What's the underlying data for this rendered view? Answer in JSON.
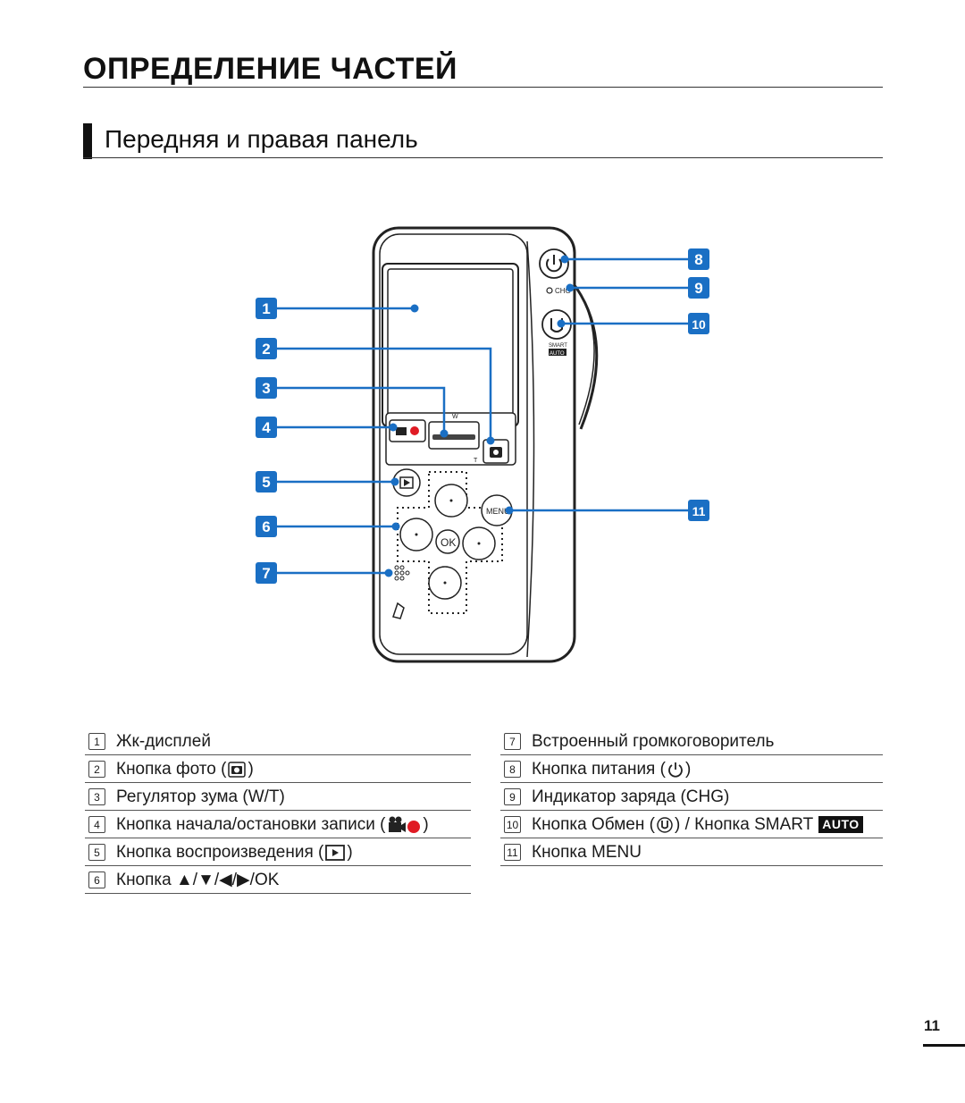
{
  "header": {
    "title": "ОПРЕДЕЛЕНИЕ ЧАСТЕЙ",
    "subtitle": "Передняя и правая панель"
  },
  "diagram": {
    "callouts": [
      "1",
      "2",
      "3",
      "4",
      "5",
      "6",
      "7",
      "8",
      "9",
      "10",
      "11"
    ],
    "device_labels": {
      "menu": "MENU",
      "ok": "OK",
      "chg": "CHG",
      "zoom_w": "W",
      "zoom_t": "T",
      "smart": "SMART",
      "auto": "AUTO"
    },
    "accent_color": "#1a6fc4",
    "record_color": "#e01b24"
  },
  "legend": {
    "left": [
      {
        "num": "1",
        "text": "Жк-дисплей"
      },
      {
        "num": "2",
        "text": "Кнопка фото (",
        "icon": "camera-icon",
        "suffix": ")"
      },
      {
        "num": "3",
        "text": "Регулятор зума (W/T)"
      },
      {
        "num": "4",
        "text": "Кнопка начала/остановки записи (",
        "icon": "record-icon",
        "suffix": ")"
      },
      {
        "num": "5",
        "text": "Кнопка воспроизведения (",
        "icon": "play-icon",
        "suffix": ")"
      },
      {
        "num": "6",
        "text": "Кнопка ▲/▼/◀/▶/OK"
      }
    ],
    "right": [
      {
        "num": "7",
        "text": "Встроенный громкоговоритель"
      },
      {
        "num": "8",
        "text": "Кнопка питания (",
        "icon": "power-icon",
        "suffix": ")"
      },
      {
        "num": "9",
        "text": "Индикатор заряда (CHG)"
      },
      {
        "num": "10",
        "text": "Кнопка Обмен (",
        "icon": "share-icon",
        "suffix": ") / Кнопка SMART",
        "badge": "AUTO"
      },
      {
        "num": "11",
        "text": "Кнопка MENU"
      }
    ]
  },
  "footer": {
    "page_number": "11"
  }
}
